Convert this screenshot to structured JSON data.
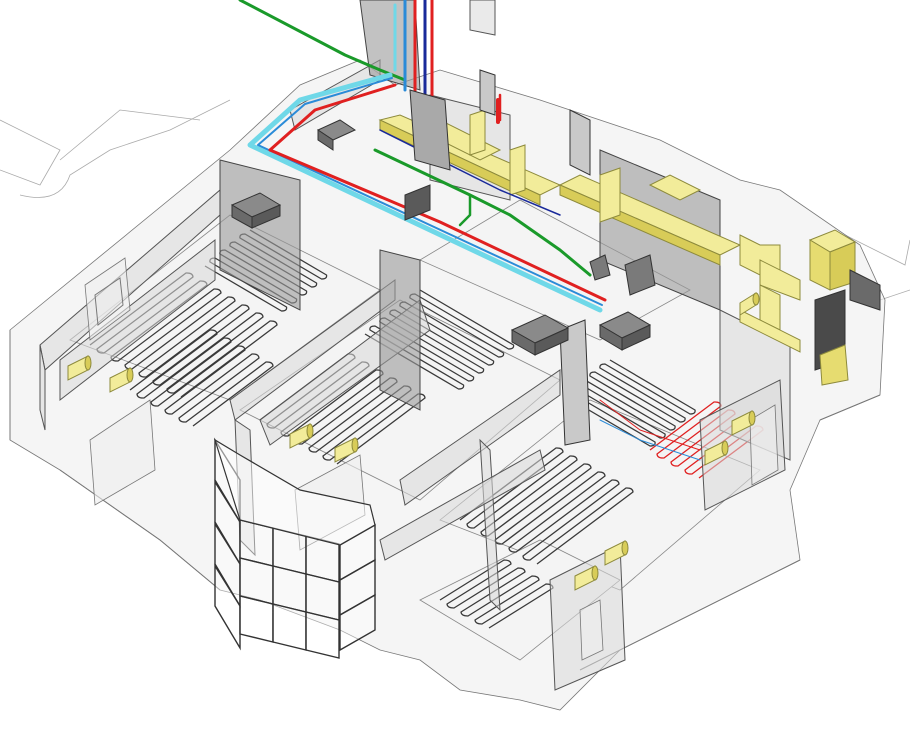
{
  "colors": {
    "background": "#ffffff",
    "wall": "#d9d9d9",
    "wall_dark": "#9a9a9a",
    "heating_loop": "#3a3a3a",
    "pipe_red": "#e02020",
    "pipe_blue": "#2a8bd8",
    "pipe_cyan": "#6fd8e8",
    "pipe_green": "#1a9a2a",
    "pipe_navy": "#1a2a9a",
    "duct_yellow": "#f2ec9a",
    "duct_yellow_dark": "#d8cc58",
    "equipment_grey": "#8a8a8a",
    "equipment_dark": "#4a4a4a",
    "glass_frame": "#333333"
  },
  "components": [
    "walls",
    "floor-heating-loops",
    "supply-pipes",
    "ventilation-ducts",
    "fan-coil-units",
    "radiators",
    "bay-window",
    "vertical-riser",
    "ventilation-unit"
  ]
}
